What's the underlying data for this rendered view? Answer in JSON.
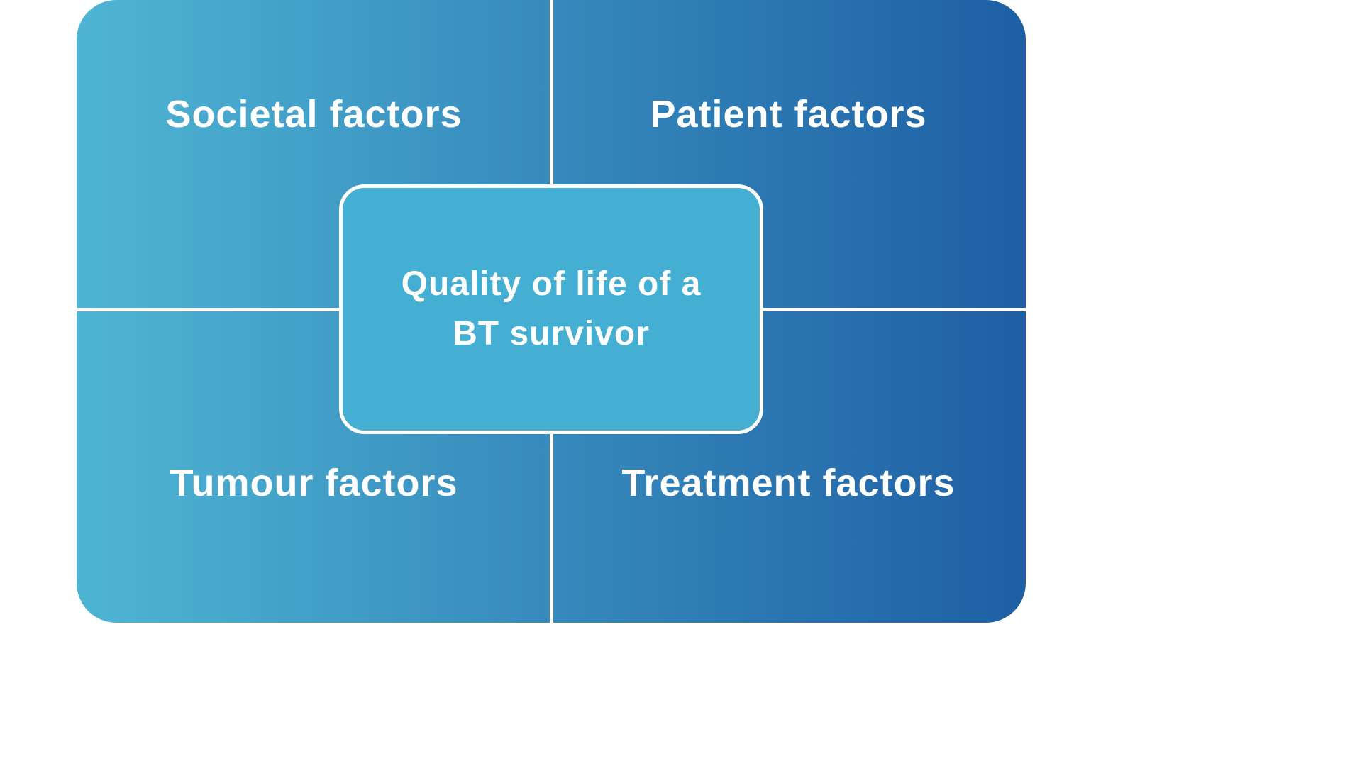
{
  "diagram": {
    "quadrants": [
      {
        "id": "societal",
        "label": "Societal factors"
      },
      {
        "id": "patient",
        "label": "Patient factors"
      },
      {
        "id": "tumour",
        "label": "Tumour factors"
      },
      {
        "id": "treatment",
        "label": "Treatment factors"
      }
    ],
    "center": {
      "lines": [
        "Quality of life of a",
        "BT survivor"
      ]
    }
  },
  "colors": {
    "gradient_start": "#4FB5D4",
    "gradient_end": "#1E5FA4",
    "center_fill": "#44AFD2",
    "divider": "#FFFFFF",
    "text": "#FFFFFF"
  }
}
